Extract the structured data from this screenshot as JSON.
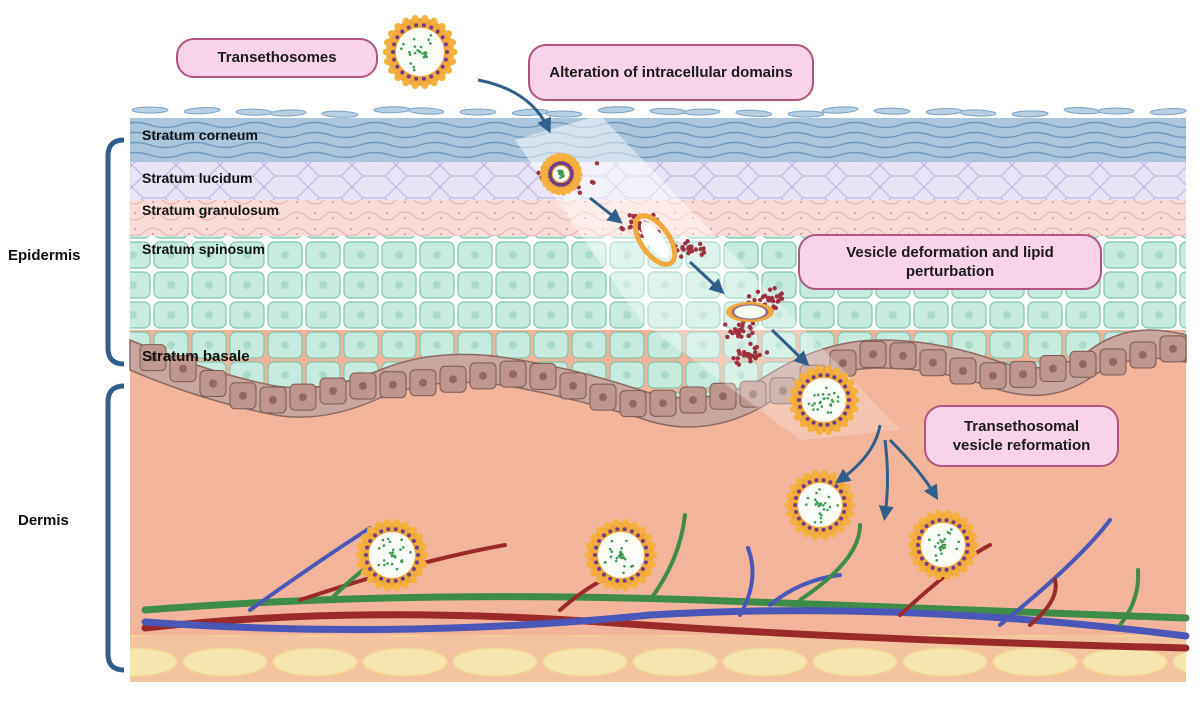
{
  "callouts": {
    "transethosomes": "Transethosomes",
    "alteration": "Alteration of intracellular domains",
    "deformation": "Vesicle deformation and lipid perturbation",
    "reformation": "Transethosomal vesicle reformation"
  },
  "layers": {
    "corneum": "Stratum corneum",
    "lucidum": "Stratum lucidum",
    "granulosum": "Stratum granulosum",
    "spinosum": "Stratum spinosum",
    "basale": "Stratum basale"
  },
  "regions": {
    "epidermis": "Epidermis",
    "dermis": "Dermis"
  },
  "colors": {
    "dermis": "#f2b49a",
    "corneum": "#a9c6dd",
    "lucidum": "#e8e4f6",
    "granulosum": "#f9dcd8",
    "spinosum": "#cfeee3",
    "basale": "#c9a79f",
    "callout_fill": "#f8d3ea",
    "callout_border": "#b0557f",
    "arrow": "#2f5f8a",
    "bracket": "#2f5f8a",
    "vesicle_shell": "#f2a93b",
    "vein": "#4a57b8",
    "artery": "#9a2a2a",
    "lymph": "#3f8c4a",
    "fat": "#f6e2a8"
  }
}
